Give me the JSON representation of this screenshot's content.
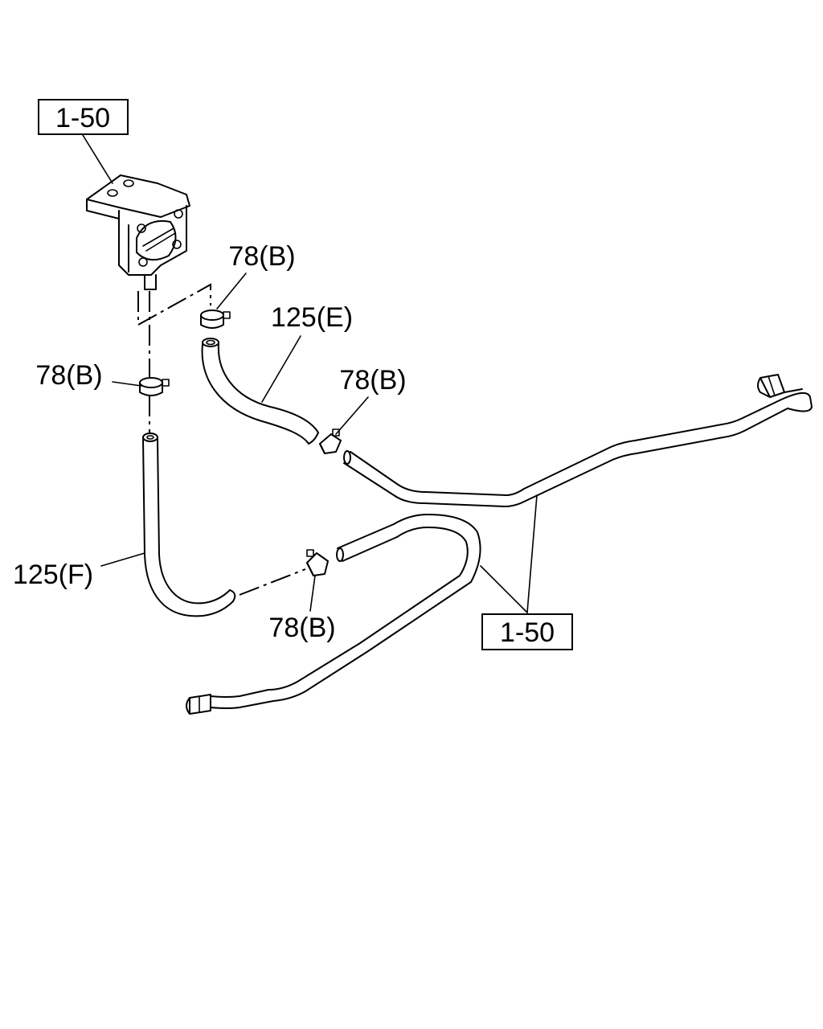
{
  "callouts": {
    "ref_top": "1-50",
    "ref_bottom": "1-50",
    "clamp_top": "78(B)",
    "clamp_left": "78(B)",
    "clamp_mid": "78(B)",
    "clamp_lower": "78(B)",
    "hose_e": "125(E)",
    "hose_f": "125(F)"
  }
}
